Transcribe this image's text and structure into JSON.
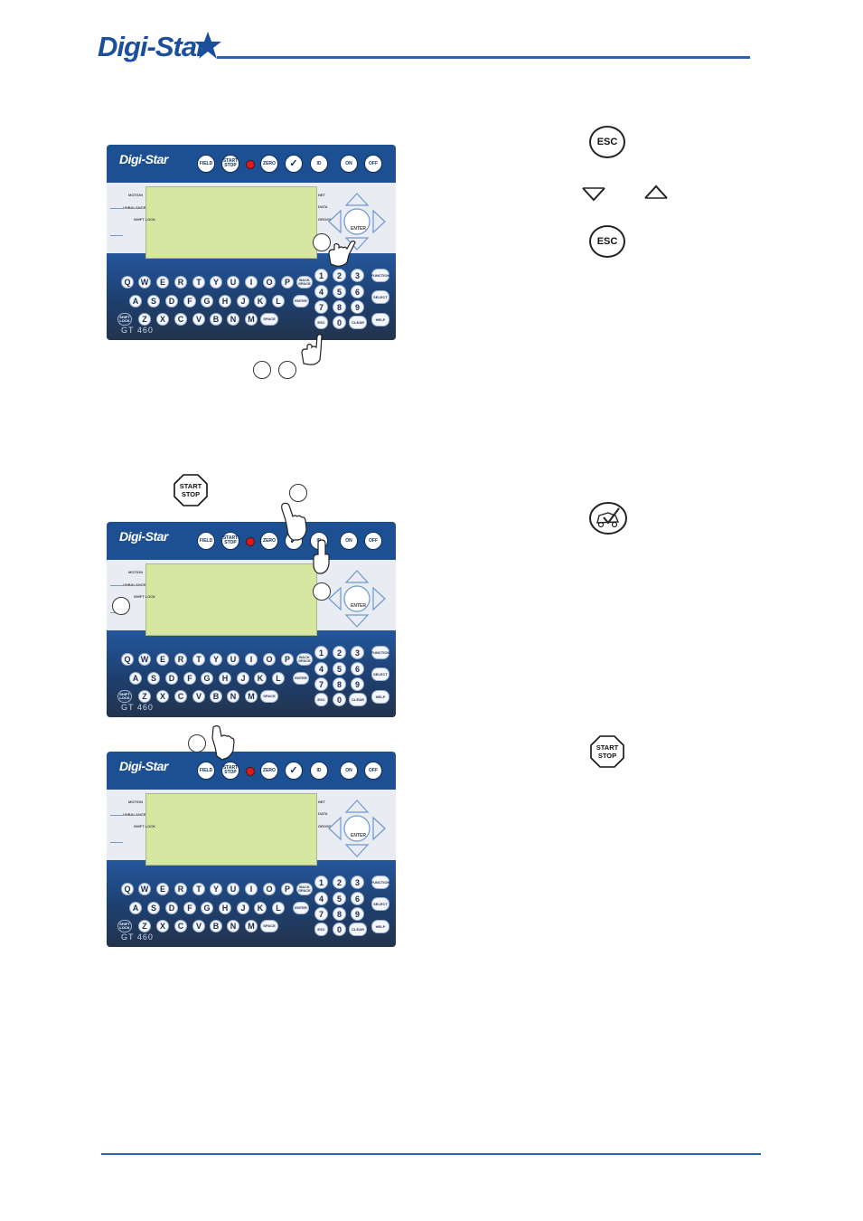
{
  "header": {
    "logo": "Digi-Star"
  },
  "device": {
    "brand": "Digi-Star",
    "model": "GT 460",
    "top_keys": {
      "field": "FIELD",
      "start_stop": "START STOP",
      "zero": "ZERO",
      "id": "ID",
      "on": "ON",
      "off": "OFF"
    },
    "side_labels_left": [
      "MOTION",
      "UNBALANCE",
      "SHIFT LOCK"
    ],
    "side_labels_right": [
      "NET",
      "DATA",
      "GROSS"
    ],
    "nav_enter": "ENTER",
    "row1": [
      "Q",
      "W",
      "E",
      "R",
      "T",
      "Y",
      "U",
      "I",
      "O",
      "P"
    ],
    "row2": [
      "A",
      "S",
      "D",
      "F",
      "G",
      "H",
      "J",
      "K",
      "L"
    ],
    "row3": [
      "Z",
      "X",
      "C",
      "V",
      "B",
      "N",
      "M"
    ],
    "back_space": "BACK SPACE",
    "enter": "ENTER",
    "shift_lock": "SHIFT LOCK",
    "space": "SPACE",
    "numpad": [
      "1",
      "2",
      "3",
      "4",
      "5",
      "6",
      "7",
      "8",
      "9"
    ],
    "esc": "ESC",
    "zero_digit": "0",
    "clear": "CLEAR",
    "function": "FUNCTION",
    "select": "SELECT",
    "help": "HELP"
  },
  "icons": {
    "esc_label": "ESC",
    "start_stop_label": "START STOP"
  },
  "colors": {
    "brand_blue": "#1b4f9c",
    "panel_blue": "#1d4f93",
    "lcd_green": "#d6e7a1",
    "led_red": "#d81c1c"
  }
}
